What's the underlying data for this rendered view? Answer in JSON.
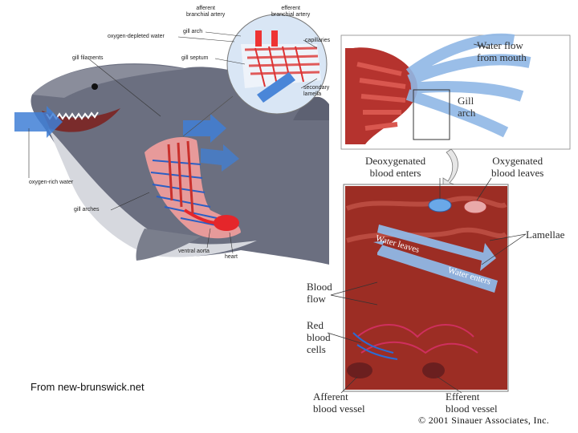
{
  "shark_labels": {
    "afferent_artery": "afferent\nbranchial artery",
    "efferent_artery": "efferent\nbranchial artery",
    "oxygen_depleted_water": "oxygen-depleted water",
    "gill_arch": "gill arch",
    "capillaries": "capillaries",
    "gill_filaments": "gill filaments",
    "gill_septum": "gill septum",
    "secondary_lamella": "secondary\nlamella",
    "oxygen_rich_water": "oxygen-rich water",
    "gill_arches": "gill arches",
    "ventral_aorta": "ventral aorta",
    "heart": "heart"
  },
  "gill_labels": {
    "water_flow_from_mouth": "Water flow\nfrom mouth",
    "gill_arch": "Gill\narch"
  },
  "lamella_labels": {
    "deoxygenated_blood_enters": "Deoxygenated\nblood enters",
    "oxygenated_blood_leaves": "Oxygenated\nblood leaves",
    "water_leaves": "Water leaves",
    "water_enters": "Water enters",
    "lamellae": "Lamellae",
    "blood_flow": "Blood\nflow",
    "red_blood_cells": "Red\nblood\ncells",
    "afferent_blood_vessel": "Afferent\nblood vessel",
    "efferent_blood_vessel": "Efferent\nblood vessel"
  },
  "credit": "From new-brunswick.net",
  "copyright": "© 2001 Sinauer Associates, Inc."
}
